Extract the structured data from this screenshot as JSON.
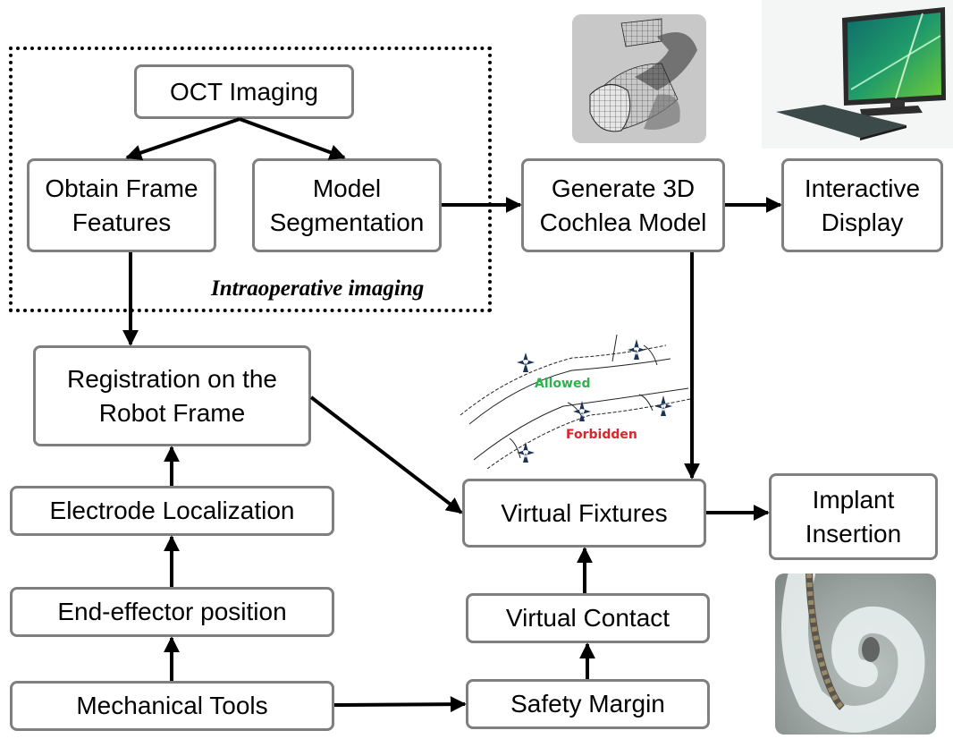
{
  "group": {
    "label": "Intraoperative imaging"
  },
  "nodes": {
    "oct_imaging": "OCT Imaging",
    "obtain_frame_features": "Obtain Frame\nFeatures",
    "model_segmentation": "Model\nSegmentation",
    "generate_3d_cochlea_model": "Generate 3D\nCochlea Model",
    "interactive_display": "Interactive\nDisplay",
    "registration_robot_frame": "Registration on the\nRobot Frame",
    "electrode_localization": "Electrode Localization",
    "end_effector_position": "End-effector position",
    "mechanical_tools": "Mechanical Tools",
    "virtual_fixtures": "Virtual Fixtures",
    "implant_insertion": "Implant\nInsertion",
    "virtual_contact": "Virtual Contact",
    "safety_margin": "Safety Margin"
  },
  "fixture_illustration": {
    "allowed_label": "Allowed",
    "forbidden_label": "Forbidden",
    "allowed_color": "#2db34a",
    "forbidden_color": "#d9262c"
  },
  "images": {
    "cochlea_mesh": "3d-cochlea-wireframe-image",
    "computer": "desktop-computer-image",
    "implant_photo": "cochlear-implant-photo"
  },
  "edges": [
    [
      "oct_imaging",
      "obtain_frame_features"
    ],
    [
      "oct_imaging",
      "model_segmentation"
    ],
    [
      "model_segmentation",
      "generate_3d_cochlea_model"
    ],
    [
      "generate_3d_cochlea_model",
      "interactive_display"
    ],
    [
      "obtain_frame_features",
      "registration_robot_frame"
    ],
    [
      "generate_3d_cochlea_model",
      "virtual_fixtures"
    ],
    [
      "registration_robot_frame",
      "virtual_fixtures"
    ],
    [
      "electrode_localization",
      "registration_robot_frame"
    ],
    [
      "end_effector_position",
      "electrode_localization"
    ],
    [
      "mechanical_tools",
      "end_effector_position"
    ],
    [
      "mechanical_tools",
      "safety_margin"
    ],
    [
      "safety_margin",
      "virtual_contact"
    ],
    [
      "virtual_contact",
      "virtual_fixtures"
    ],
    [
      "virtual_fixtures",
      "implant_insertion"
    ]
  ]
}
